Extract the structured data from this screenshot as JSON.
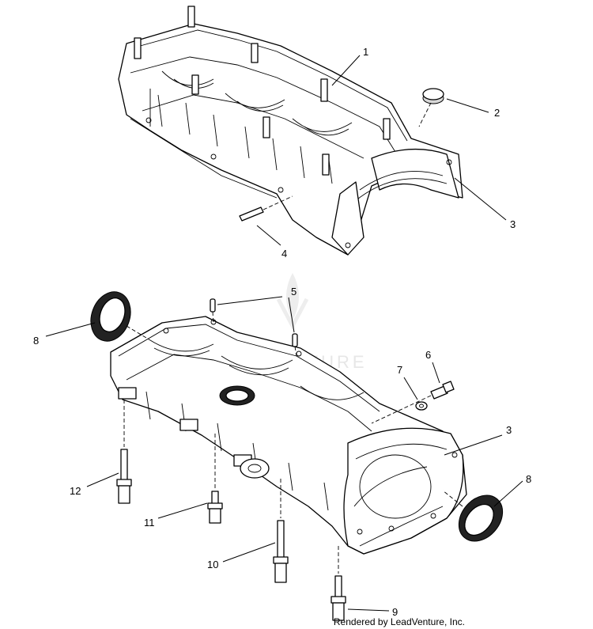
{
  "callouts": {
    "c1": "1",
    "c2": "2",
    "c3_top": "3",
    "c4": "4",
    "c5": "5",
    "c6": "6",
    "c7": "7",
    "c8_left": "8",
    "c3_bottom": "3",
    "c8_right": "8",
    "c9": "9",
    "c10": "10",
    "c11": "11",
    "c12": "12"
  },
  "watermark": "LEADVENTURE",
  "credit": "Rendered by LeadVenture, Inc."
}
